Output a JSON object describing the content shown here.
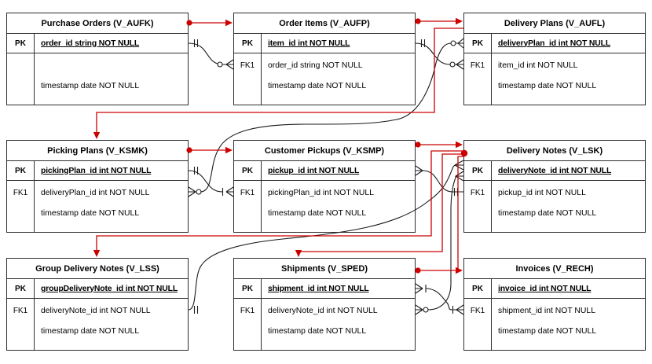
{
  "diagram_type": "entity-relationship-diagram",
  "colors": {
    "flow_arrow": "#cc0000",
    "fk_line": "#1a1a1a",
    "table_border": "#2e2e2e"
  },
  "tables": [
    {
      "title": "Purchase Orders (V_AUFK)",
      "pk": {
        "key": "PK",
        "field": "order_id string NOT NULL"
      },
      "rows": [
        {
          "key": "",
          "field": "timestamp date NOT NULL"
        }
      ]
    },
    {
      "title": "Order Items (V_AUFP)",
      "pk": {
        "key": "PK",
        "field": "item_id int NOT NULL"
      },
      "rows": [
        {
          "key": "FK1",
          "field": "order_id string NOT NULL"
        },
        {
          "key": "",
          "field": "timestamp date NOT NULL"
        }
      ]
    },
    {
      "title": "Delivery Plans (V_AUFL)",
      "pk": {
        "key": "PK",
        "field": "deliveryPlan_id int NOT NULL"
      },
      "rows": [
        {
          "key": "FK1",
          "field": "item_id int NOT NULL"
        },
        {
          "key": "",
          "field": "timestamp date NOT NULL"
        }
      ]
    },
    {
      "title": "Picking Plans (V_KSMK)",
      "pk": {
        "key": "PK",
        "field": "pickingPlan_id int NOT NULL"
      },
      "rows": [
        {
          "key": "FK1",
          "field": "deliveryPlan_id int NOT NULL"
        },
        {
          "key": "",
          "field": "timestamp date NOT NULL"
        }
      ]
    },
    {
      "title": "Customer Pickups (V_KSMP)",
      "pk": {
        "key": "PK",
        "field": "pickup_id int NOT NULL"
      },
      "rows": [
        {
          "key": "FK1",
          "field": "pickingPlan_id int NOT NULL"
        },
        {
          "key": "",
          "field": "timestamp date NOT NULL"
        }
      ]
    },
    {
      "title": "Delivery Notes (V_LSK)",
      "pk": {
        "key": "PK",
        "field": "deliveryNote_id int NOT NULL"
      },
      "rows": [
        {
          "key": "FK1",
          "field": "pickup_id int NOT NULL"
        },
        {
          "key": "",
          "field": "timestamp date NOT NULL"
        }
      ]
    },
    {
      "title": "Group Delivery Notes (V_LSS)",
      "pk": {
        "key": "PK",
        "field": "groupDeliveryNote_id int NOT NULL"
      },
      "rows": [
        {
          "key": "FK1",
          "field": "deliveryNote_id int NOT NULL"
        },
        {
          "key": "",
          "field": "timestamp date NOT NULL"
        }
      ]
    },
    {
      "title": "Shipments (V_SPED)",
      "pk": {
        "key": "PK",
        "field": "shipment_id int NOT NULL"
      },
      "rows": [
        {
          "key": "FK1",
          "field": "deliveryNote_id int NOT NULL"
        },
        {
          "key": "",
          "field": "timestamp date NOT NULL"
        }
      ]
    },
    {
      "title": "Invoices (V_RECH)",
      "pk": {
        "key": "PK",
        "field": "invoice_id int NOT NULL"
      },
      "rows": [
        {
          "key": "FK1",
          "field": "shipment_id int NOT NULL"
        },
        {
          "key": "",
          "field": "timestamp date NOT NULL"
        }
      ]
    }
  ],
  "foreign_key_links": [
    {
      "one_side": "Purchase Orders (V_AUFK).order_id",
      "many_side": "Order Items (V_AUFP).order_id"
    },
    {
      "one_side": "Order Items (V_AUFP).item_id",
      "many_side": "Delivery Plans (V_AUFL).item_id"
    },
    {
      "one_side": "Delivery Plans (V_AUFL).deliveryPlan_id",
      "many_side": "Picking Plans (V_KSMK).deliveryPlan_id"
    },
    {
      "one_side": "Picking Plans (V_KSMK).pickingPlan_id",
      "many_side": "Customer Pickups (V_KSMP).pickingPlan_id"
    },
    {
      "one_side": "Customer Pickups (V_KSMP).pickup_id",
      "many_side": "Delivery Notes (V_LSK).pickup_id"
    },
    {
      "one_side": "Delivery Notes (V_LSK).deliveryNote_id",
      "many_side": "Group Delivery Notes (V_LSS).deliveryNote_id"
    },
    {
      "one_side": "Delivery Notes (V_LSK).deliveryNote_id",
      "many_side": "Shipments (V_SPED).deliveryNote_id"
    },
    {
      "one_side": "Shipments (V_SPED).shipment_id",
      "many_side": "Invoices (V_RECH).shipment_id"
    }
  ],
  "flow_arrows": [
    {
      "from": "Purchase Orders (V_AUFK)",
      "to": "Order Items (V_AUFP)"
    },
    {
      "from": "Order Items (V_AUFP)",
      "to": "Delivery Plans (V_AUFL)"
    },
    {
      "from": "Delivery Plans (V_AUFL)",
      "to": "Picking Plans (V_KSMK)"
    },
    {
      "from": "Picking Plans (V_KSMK)",
      "to": "Customer Pickups (V_KSMP)"
    },
    {
      "from": "Customer Pickups (V_KSMP)",
      "to": "Delivery Notes (V_LSK)"
    },
    {
      "from": "Delivery Notes (V_LSK)",
      "to": "Group Delivery Notes (V_LSS)"
    },
    {
      "from": "Delivery Notes (V_LSK)",
      "to": "Shipments (V_SPED)"
    },
    {
      "from": "Delivery Notes (V_LSK)",
      "to": "Invoices (V_RECH)"
    },
    {
      "from": "Shipments (V_SPED)",
      "to": "Invoices (V_RECH)"
    }
  ]
}
